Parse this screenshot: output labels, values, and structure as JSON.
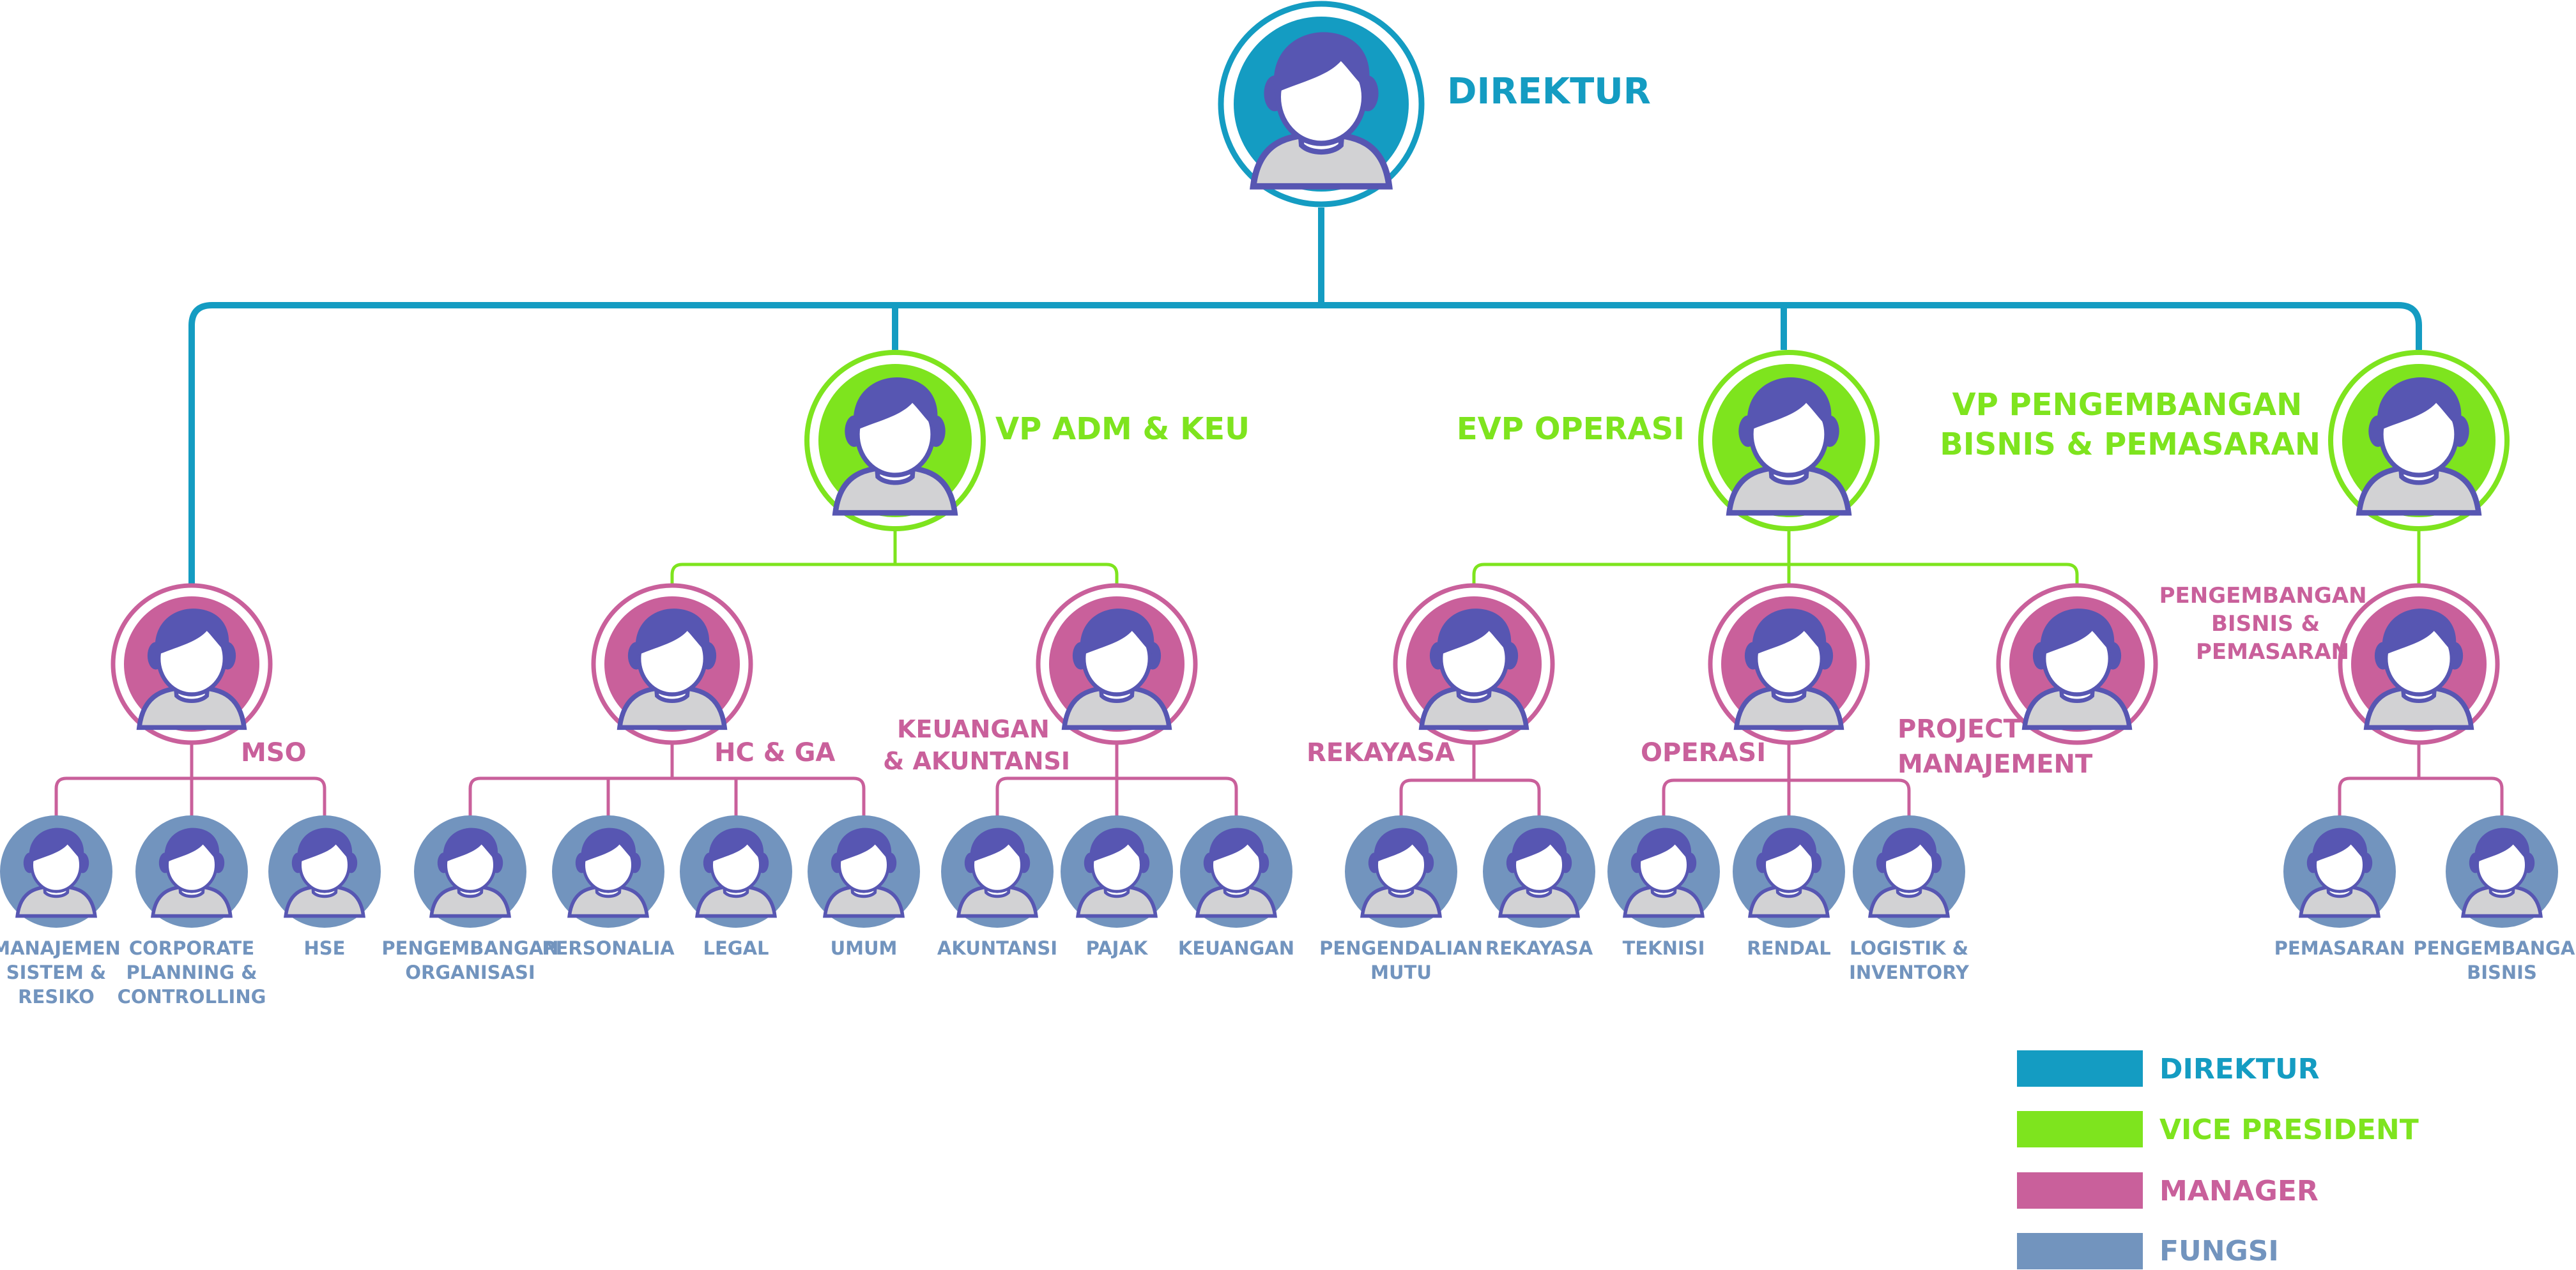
{
  "colors": {
    "direktur": "#149cc2",
    "vp": "#7ee41e",
    "manager": "#c9609b",
    "fungsi": "#7294be",
    "person_hair": "#5756b2",
    "person_face": "#ffffff",
    "person_body": "#d2d2d4"
  },
  "nodes": {
    "direktur": "DIREKTUR",
    "vp_adm": "VP ADM & KEU",
    "evp": "EVP OPERASI",
    "vp_peng": [
      "VP PENGEMBANGAN",
      "BISNIS & PEMASARAN"
    ],
    "mso": "MSO",
    "hcga": "HC & GA",
    "keu_mgr": [
      "KEUANGAN",
      "& AKUNTANSI"
    ],
    "rek_mgr": "REKAYASA",
    "ops_mgr": "OPERASI",
    "pm_mgr": [
      "PROJECT",
      "MANAJEMENT"
    ],
    "pbp_mgr": [
      "PENGEMBANGAN",
      "BISNIS &",
      "PEMASARAN"
    ]
  },
  "fungsi": {
    "mso": [
      [
        "MANAJEMEN",
        "SISTEM &",
        "RESIKO"
      ],
      [
        "CORPORATE",
        "PLANNING &",
        "CONTROLLING"
      ],
      [
        "HSE"
      ]
    ],
    "hcga": [
      [
        "PENGEMBANGAN",
        "ORGANISASI"
      ],
      [
        "PERSONALIA"
      ],
      [
        "LEGAL"
      ],
      [
        "UMUM"
      ]
    ],
    "keu": [
      [
        "AKUNTANSI"
      ],
      [
        "PAJAK"
      ],
      [
        "KEUANGAN"
      ]
    ],
    "rek": [
      [
        "PENGENDALIAN",
        "MUTU"
      ],
      [
        "REKAYASA"
      ]
    ],
    "ops": [
      [
        "TEKNISI"
      ],
      [
        "RENDAL"
      ],
      [
        "LOGISTIK &",
        "INVENTORY"
      ]
    ],
    "pbp": [
      [
        "PEMASARAN"
      ],
      [
        "PENGEMBANGAN",
        "BISNIS"
      ]
    ]
  },
  "legend": {
    "direktur": "DIREKTUR",
    "vp": "VICE PRESIDENT",
    "manager": "MANAGER",
    "fungsi": "FUNGSI"
  }
}
